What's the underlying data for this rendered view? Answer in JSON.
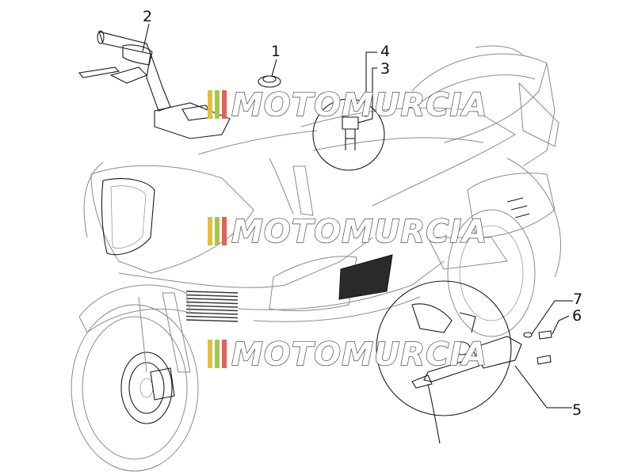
{
  "callouts": [
    {
      "id": "callout-1",
      "label": "1"
    },
    {
      "id": "callout-2",
      "label": "2"
    },
    {
      "id": "callout-3",
      "label": "3"
    },
    {
      "id": "callout-4",
      "label": "4"
    },
    {
      "id": "callout-5",
      "label": "5"
    },
    {
      "id": "callout-6",
      "label": "6"
    },
    {
      "id": "callout-7",
      "label": "7"
    }
  ],
  "watermark": {
    "text": "MOTOMURCIA",
    "stripe_colors": [
      "#e3bf3a",
      "#9fcb4d",
      "#e26060"
    ]
  }
}
